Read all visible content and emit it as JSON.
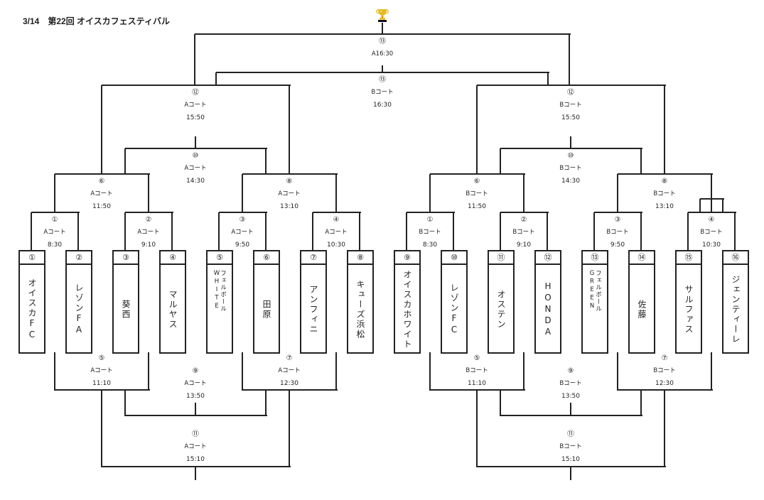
{
  "header": {
    "title": "3/14　第22回 オイスカフェスティバル"
  },
  "final": {
    "a": {
      "num": "⑬",
      "label": "A16:30"
    },
    "b": {
      "num": "⑬",
      "court": "Bコート",
      "time": "16:30"
    },
    "trophy_icon": "trophy-icon"
  },
  "brackets": {
    "A": {
      "top": [
        {
          "id": "m12",
          "num": "⑫",
          "court": "Aコート",
          "time": "15:50"
        },
        {
          "id": "m10",
          "num": "⑩",
          "court": "Aコート",
          "time": "14:30"
        },
        {
          "id": "m6",
          "num": "⑥",
          "court": "Aコート",
          "time": "11:50"
        },
        {
          "id": "m8",
          "num": "⑧",
          "court": "Aコート",
          "time": "13:10"
        },
        {
          "id": "m1",
          "num": "①",
          "court": "Aコート",
          "time": "8:30"
        },
        {
          "id": "m2",
          "num": "②",
          "court": "Aコート",
          "time": "9:10"
        },
        {
          "id": "m3",
          "num": "③",
          "court": "Aコート",
          "time": "9:50"
        },
        {
          "id": "m4",
          "num": "④",
          "court": "Aコート",
          "time": "10:30"
        }
      ],
      "bottom": [
        {
          "id": "m5",
          "num": "⑤",
          "court": "Aコート",
          "time": "11:10"
        },
        {
          "id": "m7",
          "num": "⑦",
          "court": "Aコート",
          "time": "12:30"
        },
        {
          "id": "m9",
          "num": "⑨",
          "court": "Aコート",
          "time": "13:50"
        },
        {
          "id": "m11",
          "num": "⑪",
          "court": "Aコート",
          "time": "15:10"
        }
      ]
    },
    "B": {
      "top": [
        {
          "id": "m12",
          "num": "⑫",
          "court": "Bコート",
          "time": "15:50"
        },
        {
          "id": "m10",
          "num": "⑩",
          "court": "Bコート",
          "time": "14:30"
        },
        {
          "id": "m6",
          "num": "⑥",
          "court": "Bコート",
          "time": "11:50"
        },
        {
          "id": "m8",
          "num": "⑧",
          "court": "Bコート",
          "time": "13:10"
        },
        {
          "id": "m1",
          "num": "①",
          "court": "Bコート",
          "time": "8:30"
        },
        {
          "id": "m2",
          "num": "②",
          "court": "Bコート",
          "time": "9:10"
        },
        {
          "id": "m3",
          "num": "③",
          "court": "Bコート",
          "time": "9:50"
        },
        {
          "id": "m4",
          "num": "④",
          "court": "Bコート",
          "time": "10:30"
        }
      ],
      "bottom": [
        {
          "id": "m5",
          "num": "⑤",
          "court": "Bコート",
          "time": "11:10"
        },
        {
          "id": "m7",
          "num": "⑦",
          "court": "Bコート",
          "time": "12:30"
        },
        {
          "id": "m9",
          "num": "⑨",
          "court": "Bコート",
          "time": "13:50"
        },
        {
          "id": "m11",
          "num": "⑪",
          "court": "Bコート",
          "time": "15:10"
        }
      ]
    }
  },
  "teams": [
    {
      "seed": "①",
      "name": "オイスカFC"
    },
    {
      "seed": "②",
      "name": "レゾンFA"
    },
    {
      "seed": "③",
      "name": "葵西"
    },
    {
      "seed": "④",
      "name": "マルヤス"
    },
    {
      "seed": "⑤",
      "name": "フェルボールWHITE"
    },
    {
      "seed": "⑥",
      "name": "田原"
    },
    {
      "seed": "⑦",
      "name": "アンフィニ"
    },
    {
      "seed": "⑧",
      "name": "キューズ浜松"
    },
    {
      "seed": "⑨",
      "name": "オイスカホワイト"
    },
    {
      "seed": "⑩",
      "name": "レゾンFC"
    },
    {
      "seed": "⑪",
      "name": "オステン"
    },
    {
      "seed": "⑫",
      "name": "HONDA"
    },
    {
      "seed": "⑬",
      "name": "フェルボールGREEN"
    },
    {
      "seed": "⑭",
      "name": "佐藤"
    },
    {
      "seed": "⑮",
      "name": "サルファス"
    },
    {
      "seed": "⑯",
      "name": "ジェンティーレ"
    }
  ]
}
